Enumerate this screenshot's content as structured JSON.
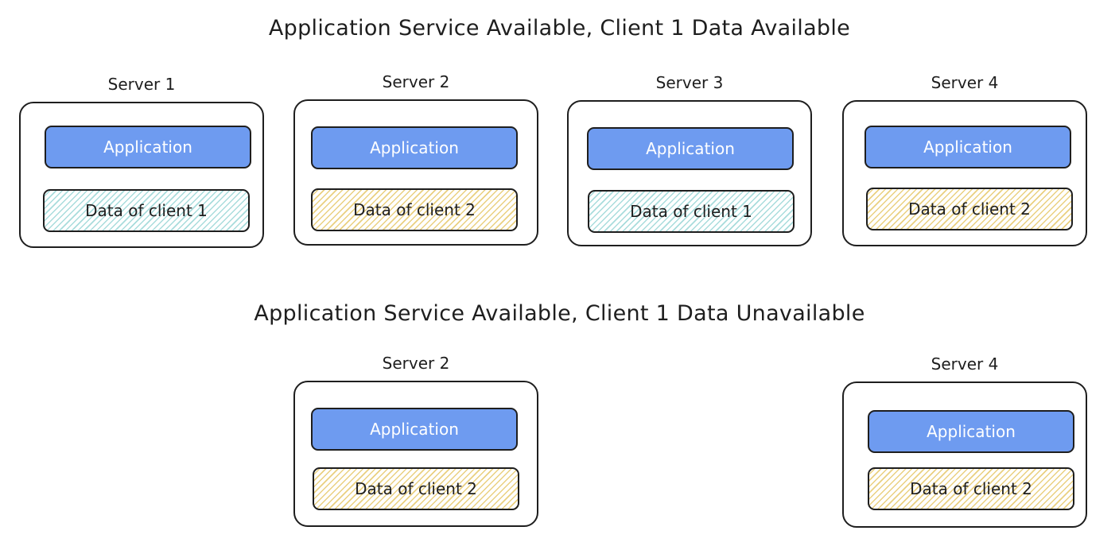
{
  "section_1": {
    "title": "Application Service Available, Client 1 Data Available",
    "servers": [
      {
        "name": "Server 1",
        "app": "Application",
        "data": "Data of client 1",
        "client": 1
      },
      {
        "name": "Server 2",
        "app": "Application",
        "data": "Data of client 2",
        "client": 2
      },
      {
        "name": "Server 3",
        "app": "Application",
        "data": "Data of client 1",
        "client": 1
      },
      {
        "name": "Server 4",
        "app": "Application",
        "data": "Data of client 2",
        "client": 2
      }
    ]
  },
  "section_2": {
    "title": "Application Service Available, Client 1 Data Unavailable",
    "servers": [
      {
        "name": "Server 2",
        "app": "Application",
        "data": "Data of client 2",
        "client": 2
      },
      {
        "name": "Server 4",
        "app": "Application",
        "data": "Data of client 2",
        "client": 2
      }
    ]
  },
  "colors": {
    "application": "#6e9bf0",
    "client_1_hatch": "#a8dcdc",
    "client_2_hatch": "#ead080",
    "stroke": "#1e1e1e"
  }
}
